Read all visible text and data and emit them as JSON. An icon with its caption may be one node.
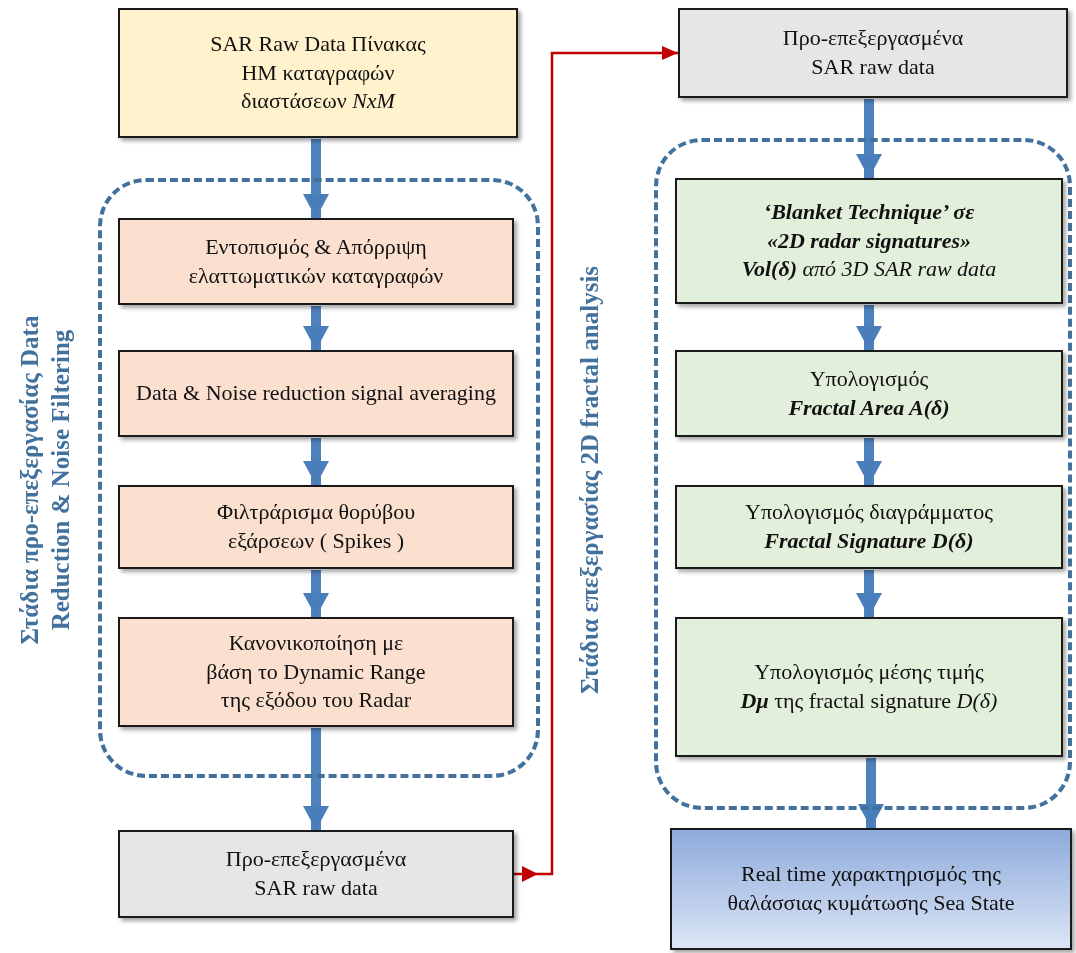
{
  "diagram": {
    "nodes": [
      {
        "text": [
          "SAR Raw Data Πίνακας ΗΜ καταγραφών διαστάσεων *NxM*"
        ]
      },
      {
        "text": [
          "Στάδια προ-επεξεργασίας Data Reduction & Noise Filtering"
        ]
      },
      {
        "text": [
          "Εντοπισμός & Απόρριψη ελαττωματικών καταγραφών"
        ],
        "in": 1
      },
      {
        "text": [
          "Data & Noise reduction signal averaging"
        ],
        "in": 1
      },
      {
        "text": [
          "Φιλτράρισμα θορύβου εξάρσεων ( Spikes )"
        ],
        "in": 1
      },
      {
        "text": [
          "Κανονικοποίηση με βάση το Dynamic Range της εξόδου του Radar"
        ],
        "in": 1
      },
      {
        "text": [
          "Προ-επεξεργασμένα SAR raw data"
        ]
      },
      {
        "text": [
          "Προ-επεξεργασμένα SAR raw data"
        ]
      },
      {
        "text": [
          "Στάδια επεξεργασίας 2D fractal analysis"
        ]
      },
      {
        "text": [
          "**‘Blanket Technique’ σε «2D radar signatures» Vol(δ)** από 3D SAR raw data"
        ],
        "in": 8
      },
      {
        "text": [
          "Υπολογισμός **Fractal Area A(δ)**"
        ],
        "in": 8
      },
      {
        "text": [
          "Υπολογισμός διαγράμματος **Fractal Signature D(δ)**"
        ],
        "in": 8
      },
      {
        "text": [
          "Υπολογισμός μέσης τιμής **Dμ** της fractal signature *D(δ)*"
        ],
        "in": 8
      },
      {
        "text": [
          "Real time χαρακτηρισμός της θαλάσσιας κυμάτωσης Sea State"
        ]
      }
    ],
    "edges": [
      {
        "from": 0,
        "to": 2,
        "arrow": "to"
      },
      {
        "from": 2,
        "to": 3,
        "arrow": "to"
      },
      {
        "from": 3,
        "to": 4,
        "arrow": "to"
      },
      {
        "from": 4,
        "to": 5,
        "arrow": "to"
      },
      {
        "from": 5,
        "to": 6,
        "arrow": "to"
      },
      {
        "from": 6,
        "to": 7,
        "arrow": "to",
        "color": "#c00000"
      },
      {
        "from": 7,
        "to": 9,
        "arrow": "to"
      },
      {
        "from": 9,
        "to": 10,
        "arrow": "to"
      },
      {
        "from": 10,
        "to": 11,
        "arrow": "to"
      },
      {
        "from": 11,
        "to": 12,
        "arrow": "to"
      },
      {
        "from": 12,
        "to": 13,
        "arrow": "to"
      }
    ]
  }
}
